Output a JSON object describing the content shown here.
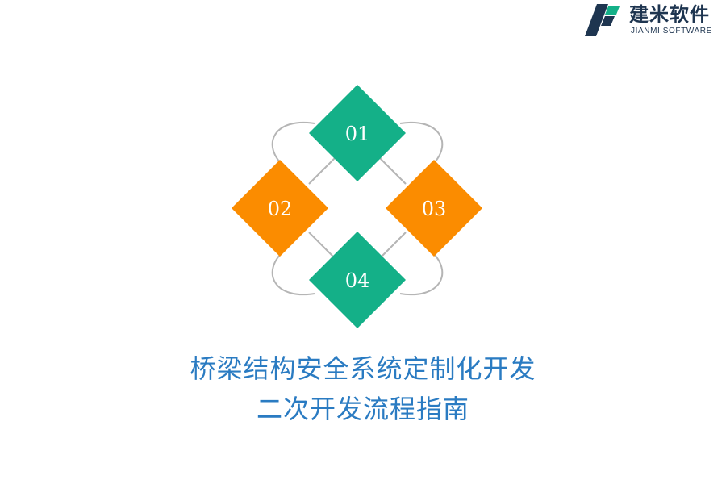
{
  "logo": {
    "name_cn": "建米软件",
    "name_en": "JIANMI SOFTWARE",
    "icon": "jianmi-logo-mark"
  },
  "diagram": {
    "items": [
      {
        "label": "01",
        "color": "#14b088"
      },
      {
        "label": "02",
        "color": "#fb8c00"
      },
      {
        "label": "03",
        "color": "#fb8c00"
      },
      {
        "label": "04",
        "color": "#14b088"
      }
    ],
    "connector_color": "#b5b5b5"
  },
  "title": {
    "line1": "桥梁结构安全系统定制化开发",
    "line2": "二次开发流程指南",
    "color": "#2a7bc2"
  }
}
